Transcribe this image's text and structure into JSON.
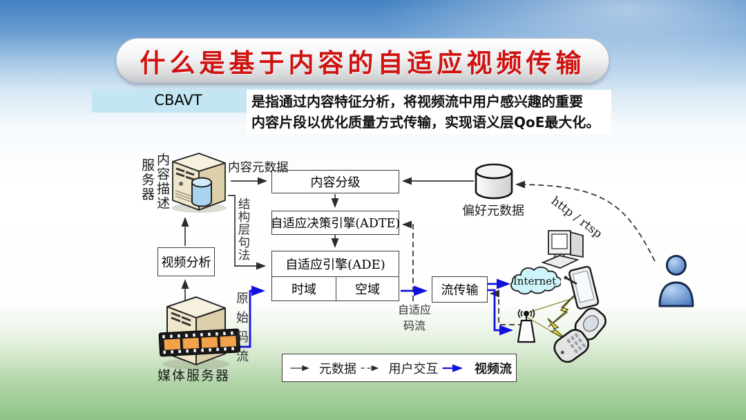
{
  "slide": {
    "title": "什么是基于内容的自适应视频传输",
    "definition": {
      "term": "CBAVT",
      "line1": "是指通过内容特征分析，将视频流中用户感兴趣的重要",
      "line2": "内容片段以优化质量方式传输，实现语义层QoE最大化。"
    }
  },
  "diagram": {
    "labels": {
      "server": "服务器",
      "content_description": "内容描述",
      "content_metadata": "内容元数据",
      "content_grading": "内容分级",
      "adte": "自适应决策引擎(ADTE)",
      "ade": "自适应引擎(ADE)",
      "temporal": "时域",
      "spatial": "空域",
      "stream_transmission": "流传输",
      "video_analysis": "视频分析",
      "media_server": "媒体服务器",
      "preference_metadata": "偏好元数据",
      "structure_syntax": "结构层句法",
      "original_stream": "原始码流",
      "adaptive_stream_line1": "自适应",
      "adaptive_stream_line2": "码流",
      "internet": "Internet",
      "protocol": "http / rtsp"
    },
    "legend": {
      "metadata": "元数据",
      "user_interaction": "用户交互",
      "video_stream": "视频流"
    },
    "icons": {
      "content_server": "server-tower-database-icon",
      "media_server": "server-tower-film-icon",
      "preference_db": "database-cylinder-icon",
      "internet_cloud": "cloud-icon",
      "desktop": "desktop-computer-icon",
      "tablet": "tablet-stylus-icon",
      "user": "person-icon",
      "phone": "flip-phone-icon",
      "antenna": "wireless-antenna-icon",
      "lightning": "lightning-bolt-icon"
    },
    "colors": {
      "title_red": "#ce1310",
      "definition_bar_blue": "#c3e6f2",
      "video_stream_blue": "#1111dd",
      "metadata_black": "#303030",
      "lightning_yellow": "#ffee33",
      "person_blue": "#5d8ed0",
      "cloud_cyan": "#cdf4fa",
      "film_orange": "#f2a24b"
    }
  }
}
